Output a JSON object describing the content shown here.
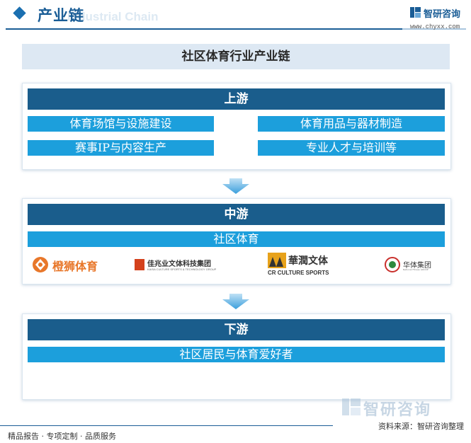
{
  "header": {
    "title": "产业链",
    "subtitle": "Industrial Chain",
    "brand_name": "智研咨询",
    "brand_url": "www.chyxx.com"
  },
  "main_title": "社区体育行业产业链",
  "upstream": {
    "label": "上游",
    "items": [
      "体育场馆与设施建设",
      "体育用品与器材制造",
      "赛事IP与内容生产",
      "专业人才与培训等"
    ]
  },
  "midstream": {
    "label": "中游",
    "category": "社区体育",
    "companies": [
      {
        "name": "橙狮体育"
      },
      {
        "name": "佳兆业文体科技集团",
        "sub": "KAISA CULTURE SPORTS & TECHNOLOGY GROUP"
      },
      {
        "name": "華潤文体",
        "sub": "CR CULTURE SPORTS"
      },
      {
        "name": "华体集团",
        "sub": "National Fitness GROUP"
      }
    ]
  },
  "downstream": {
    "label": "下游",
    "category": "社区居民与体育爱好者"
  },
  "watermark_brand": "智研咨询",
  "source": "资料来源：智研咨询整理",
  "footer": "精品报告 · 专项定制 · 品质服务",
  "colors": {
    "stage_header": "#1a5d8c",
    "chip": "#1c9fdc",
    "title_bg": "#dde8f3",
    "brand_blue": "#1a5d96"
  }
}
